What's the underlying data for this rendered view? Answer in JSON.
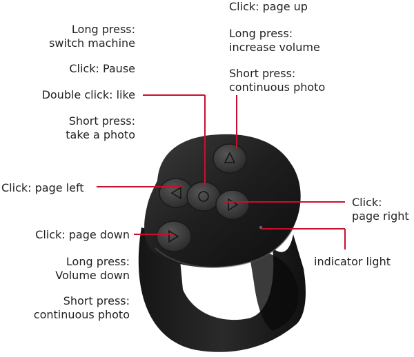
{
  "colors": {
    "leader_line": "#c8102e",
    "text": "#222222",
    "ring_body": "#1c1c1c",
    "button_face": "#3a3a3a"
  },
  "labels": {
    "click_page_up": [
      "Click: page up"
    ],
    "long_press_increase_volume": [
      "Long press:",
      "increase volume"
    ],
    "short_press_continuous_photo_top": [
      "Short press:",
      "continuous photo"
    ],
    "long_press_switch_machine": [
      "Long press:",
      "switch machine"
    ],
    "click_pause": [
      "Click: Pause"
    ],
    "double_click_like": [
      "Double click: like"
    ],
    "short_press_take_photo": [
      "Short press:",
      "take a photo"
    ],
    "click_page_left": [
      "Click: page left"
    ],
    "click_page_right": [
      "Click:",
      "page right"
    ],
    "click_page_down": [
      "Click: page down"
    ],
    "indicator_light": [
      "indicator light"
    ],
    "long_press_volume_down": [
      "Long press:",
      "Volume down"
    ],
    "short_press_continuous_photo_bottom": [
      "Short press:",
      "continuous photo"
    ]
  },
  "icons": {
    "up_button": "triangle-up-icon",
    "left_button": "triangle-left-icon",
    "center_button": "circle-icon",
    "right_button": "triangle-right-icon",
    "down_button": "triangle-down-icon"
  }
}
